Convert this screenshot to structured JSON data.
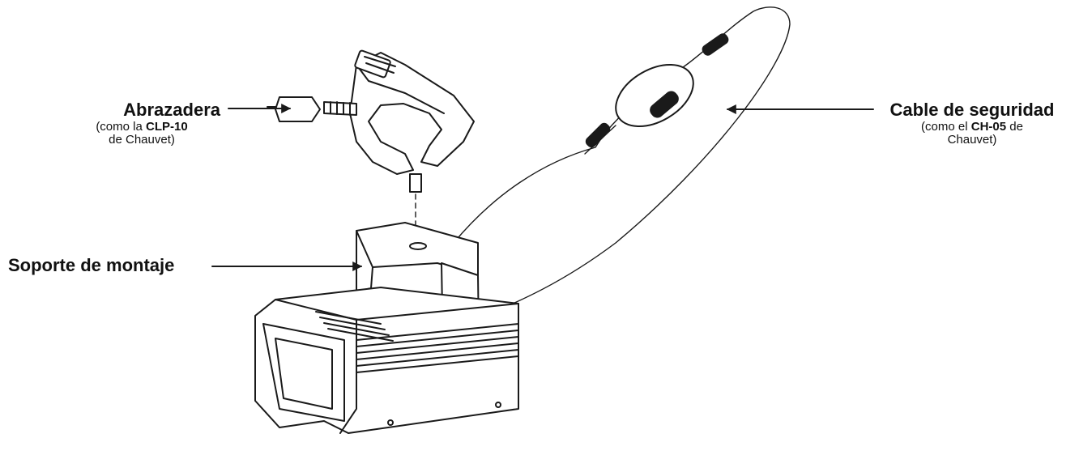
{
  "labels": {
    "clamp": {
      "title": "Abrazadera",
      "line1_pre": "(como la ",
      "line1_bold": "CLP-10",
      "line2": "de Chauvet)"
    },
    "safety_cable": {
      "title": "Cable de seguridad",
      "line1_pre": "(como el ",
      "line1_bold": "CH-05",
      "line1_post": " de",
      "line2": "Chauvet)"
    },
    "mounting_bracket": {
      "title": "Soporte de montaje"
    }
  },
  "colors": {
    "ink": "#1a1a1a",
    "background": "#ffffff"
  }
}
